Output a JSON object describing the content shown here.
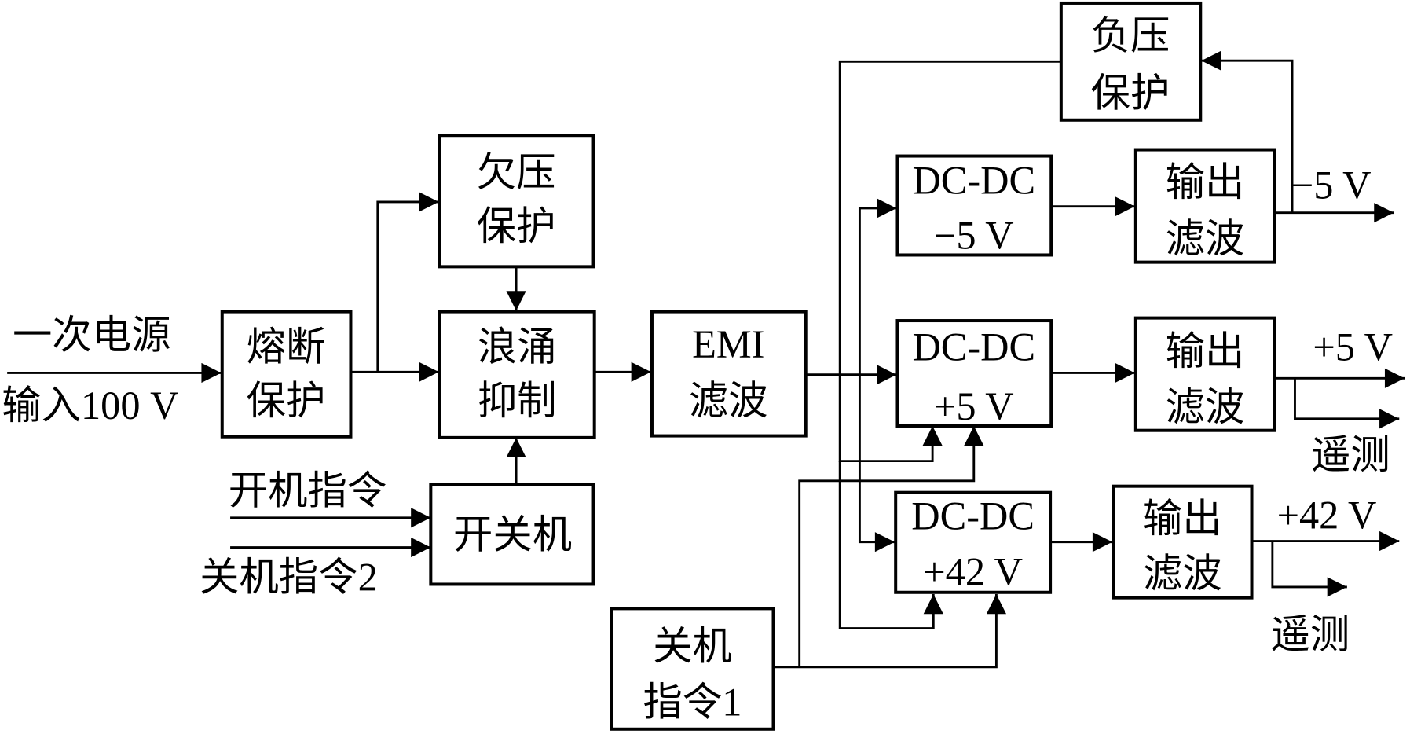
{
  "diagram": {
    "type": "power-supply block diagram",
    "colors": {
      "stroke": "#000000",
      "background": "#ffffff"
    },
    "inputs": {
      "primary_power_line1": "一次电源",
      "primary_power_line2": "输入100 V",
      "power_on_cmd": "开机指令",
      "power_off_cmd2": "关机指令2"
    },
    "blocks": {
      "fuse": [
        "熔断",
        "保护"
      ],
      "undervoltage": [
        "欠压",
        "保护"
      ],
      "surge": [
        "浪涌",
        "抑制"
      ],
      "onoff": [
        "开关机"
      ],
      "emi": [
        "EMI",
        "滤波"
      ],
      "negprot": [
        "负压",
        "保护"
      ],
      "dcdc_neg5": [
        "DC-DC",
        "−5 V"
      ],
      "dcdc_pos5": [
        "DC-DC",
        "+5 V"
      ],
      "dcdc_pos42": [
        "DC-DC",
        "+42 V"
      ],
      "filter_neg5": [
        "输出",
        "滤波"
      ],
      "filter_pos5": [
        "输出",
        "滤波"
      ],
      "filter_pos42": [
        "输出",
        "滤波"
      ],
      "offcmd1": [
        "关机",
        "指令1"
      ]
    },
    "outputs": {
      "neg5": "−5 V",
      "pos5": "+5 V",
      "pos42": "+42 V",
      "telemetry_pos5": "遥测",
      "telemetry_pos42": "遥测"
    }
  }
}
